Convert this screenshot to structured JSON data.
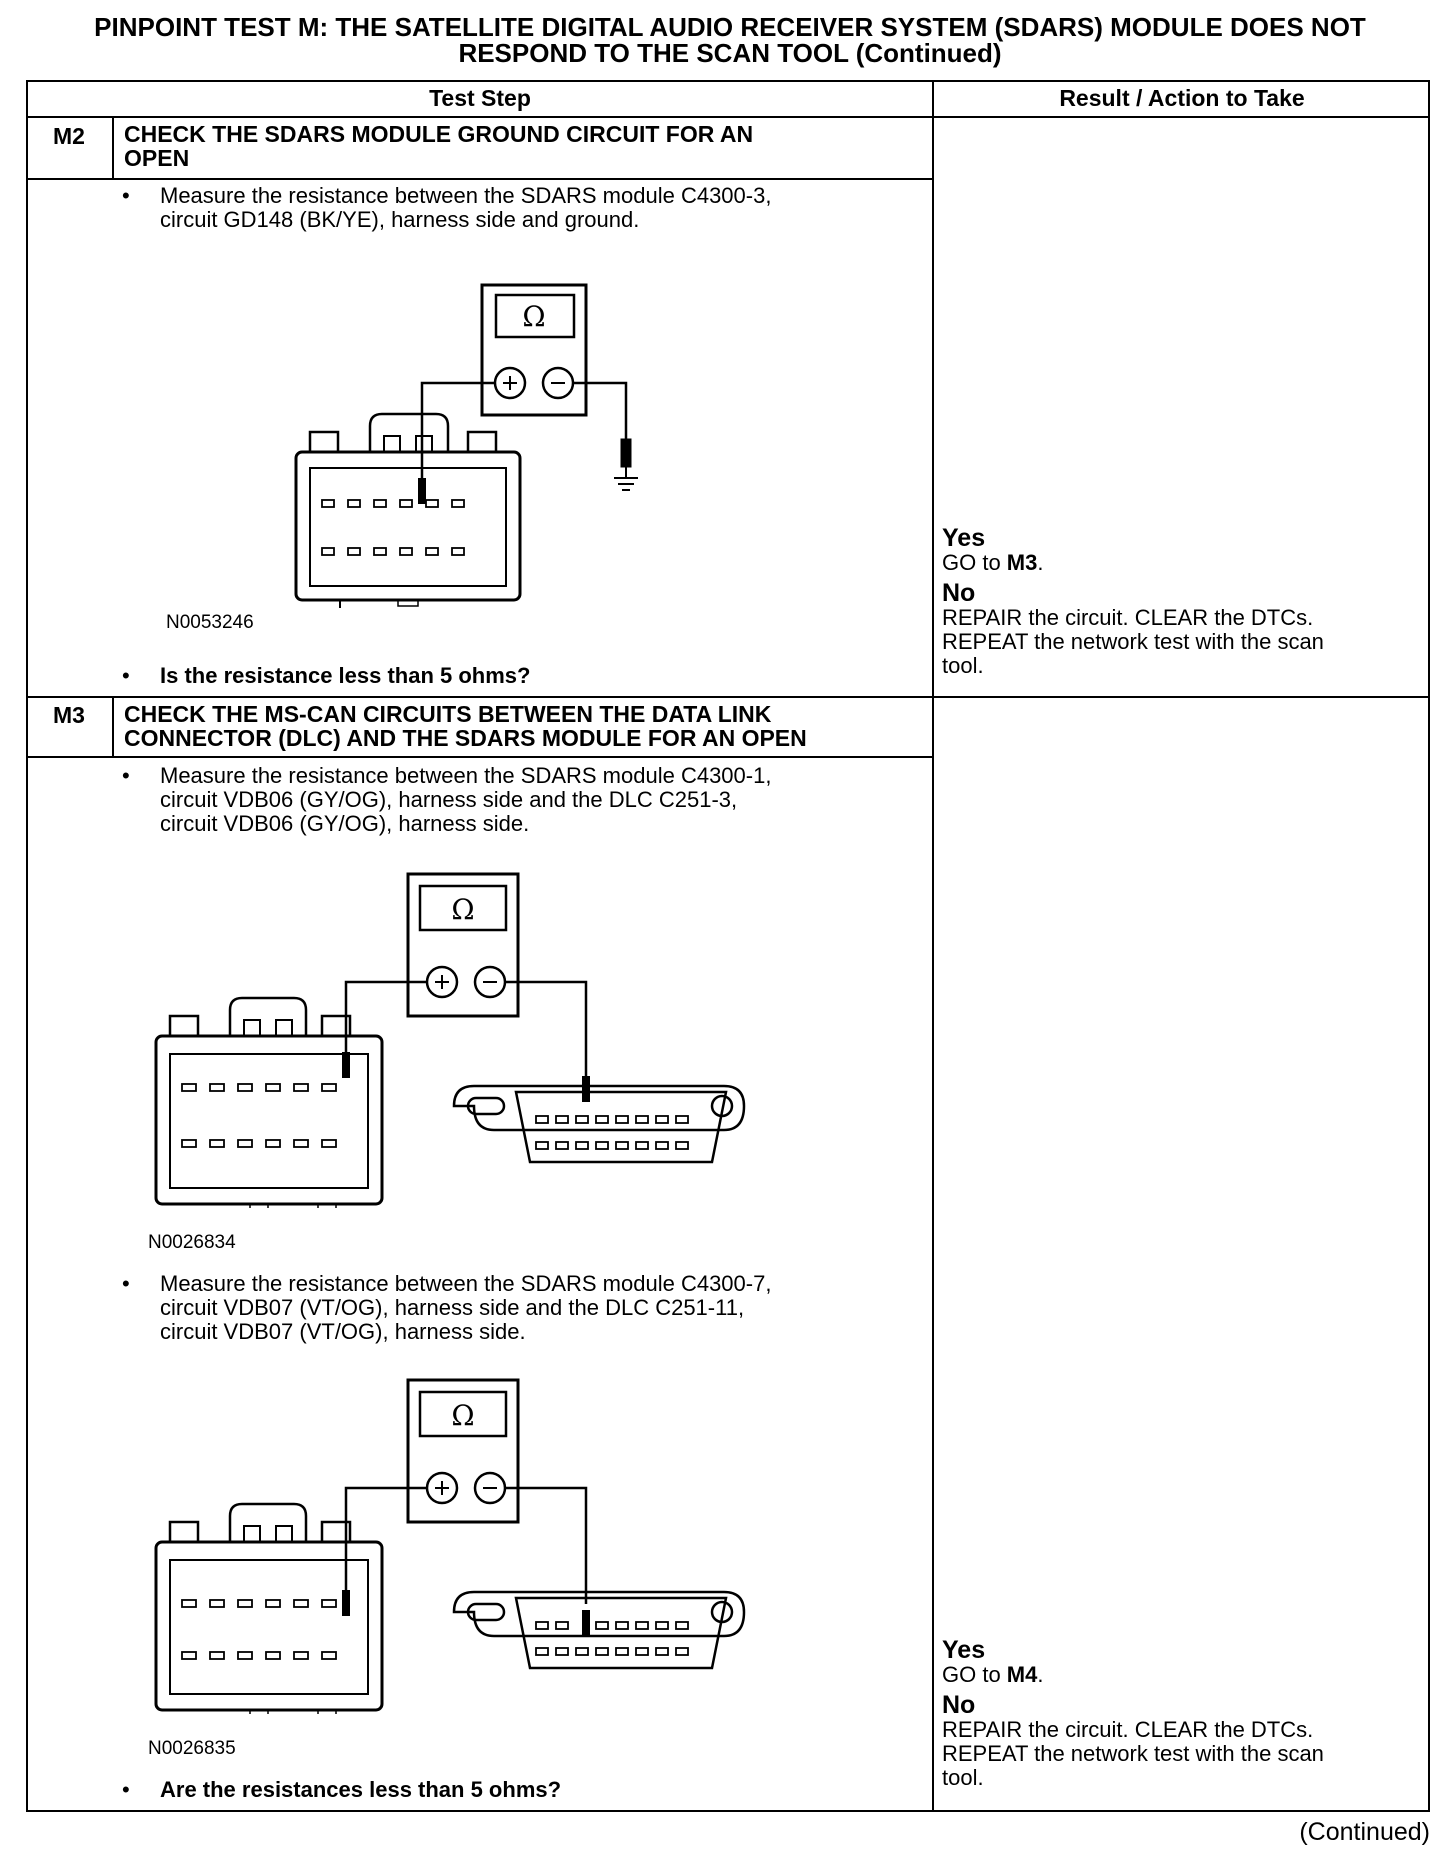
{
  "title": {
    "line1": "PINPOINT TEST  M: THE SATELLITE DIGITAL AUDIO RECEIVER SYSTEM (SDARS) MODULE DOES NOT",
    "line2": "RESPOND TO THE SCAN TOOL (Continued)"
  },
  "table": {
    "col_test_step": "Test Step",
    "col_result": "Result / Action to Take"
  },
  "m2": {
    "id": "M2",
    "heading1": "CHECK THE SDARS MODULE GROUND CIRCUIT FOR AN",
    "heading2": "OPEN",
    "step1_l1": "Measure the resistance between the SDARS module C4300-3,",
    "step1_l2": "circuit GD148 (BK/YE), harness side and ground.",
    "figure_id": "N0053246",
    "question": "Is the resistance less than 5 ohms?",
    "yes_label": "Yes",
    "yes_text_prefix": "GO to ",
    "yes_text_target": "M3",
    "yes_text_suffix": ".",
    "no_label": "No",
    "no_l1": "REPAIR the circuit. CLEAR the DTCs.",
    "no_l2": "REPEAT the network test with the scan",
    "no_l3": "tool."
  },
  "m3": {
    "id": "M3",
    "heading1": "CHECK THE MS-CAN CIRCUITS BETWEEN THE DATA LINK",
    "heading2": "CONNECTOR (DLC) AND THE SDARS MODULE FOR AN OPEN",
    "step1_l1": "Measure the resistance between the SDARS module C4300-1,",
    "step1_l2": "circuit VDB06 (GY/OG), harness side and the DLC C251-3,",
    "step1_l3": "circuit VDB06 (GY/OG), harness side.",
    "figure1_id": "N0026834",
    "step2_l1": "Measure the resistance between the SDARS module C4300-7,",
    "step2_l2": "circuit VDB07 (VT/OG), harness side and the DLC C251-11,",
    "step2_l3": "circuit VDB07 (VT/OG), harness side.",
    "figure2_id": "N0026835",
    "question": "Are the resistances less than 5 ohms?",
    "yes_label": "Yes",
    "yes_text_prefix": "GO to ",
    "yes_text_target": "M4",
    "yes_text_suffix": ".",
    "no_label": "No",
    "no_l1": "REPAIR the circuit. CLEAR the DTCs.",
    "no_l2": "REPEAT the network test with the scan",
    "no_l3": "tool."
  },
  "meter_symbol": "Ω",
  "bullet_char": "•",
  "footer": "(Continued)"
}
